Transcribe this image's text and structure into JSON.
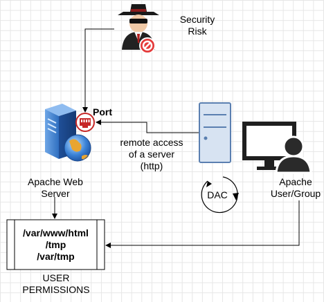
{
  "diagram": {
    "security_risk": {
      "label_line1": "Security",
      "label_line2": "Risk"
    },
    "port": {
      "label": "Port"
    },
    "web_server": {
      "label_line1": "Apache Web",
      "label_line2": "Server"
    },
    "remote_access": {
      "label_line1": "remote access",
      "label_line2": "of a server",
      "label_line3": "(http)"
    },
    "dac": {
      "label": "DAC"
    },
    "user_group": {
      "label_line1": "Apache",
      "label_line2": "User/Group"
    },
    "paths": {
      "line1": "/var/www/html",
      "line2": "/tmp",
      "line3": "/var/tmp"
    },
    "permissions": {
      "label_line1": "USER",
      "label_line2": "PERMISSIONS"
    }
  }
}
